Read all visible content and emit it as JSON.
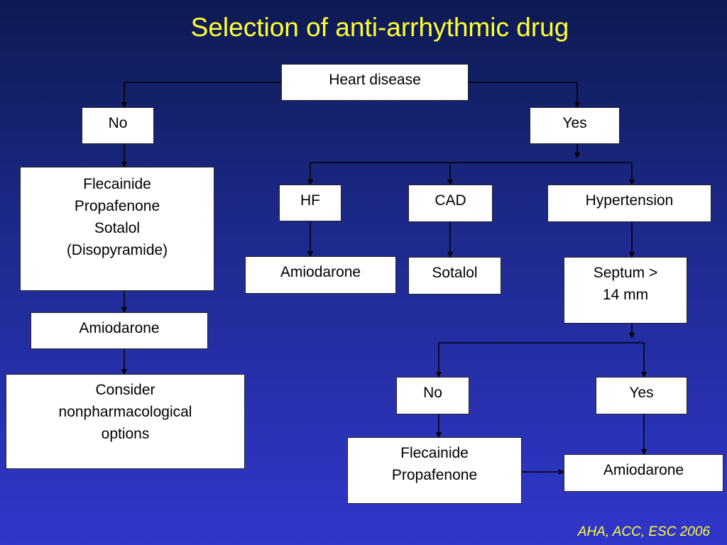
{
  "title": "Selection of anti-arrhythmic drug",
  "citation": "AHA, ACC, ESC 2006",
  "colors": {
    "background": "#2530a8",
    "title": "#ffff33",
    "box": "#ffffff",
    "line": "#000000"
  },
  "nodes": {
    "heart_disease": "Heart disease",
    "no_left": "No",
    "yes_right": "Yes",
    "left_drugs": "Flecainide\nPropafenone\nSotalol\n(Disopyramide)",
    "left_amiodarone": "Amiodarone",
    "left_consider": "Consider\nnonpharmacological\noptions",
    "hf": "HF",
    "cad": "CAD",
    "hypertension": "Hypertension",
    "hf_amiodarone": "Amiodarone",
    "cad_sotalol": "Sotalol",
    "septum": "Septum  >\n14 mm",
    "septum_no": "No",
    "septum_yes": "Yes",
    "right_drugs": "Flecainide\nPropafenone",
    "right_amiodarone": "Amiodarone"
  }
}
